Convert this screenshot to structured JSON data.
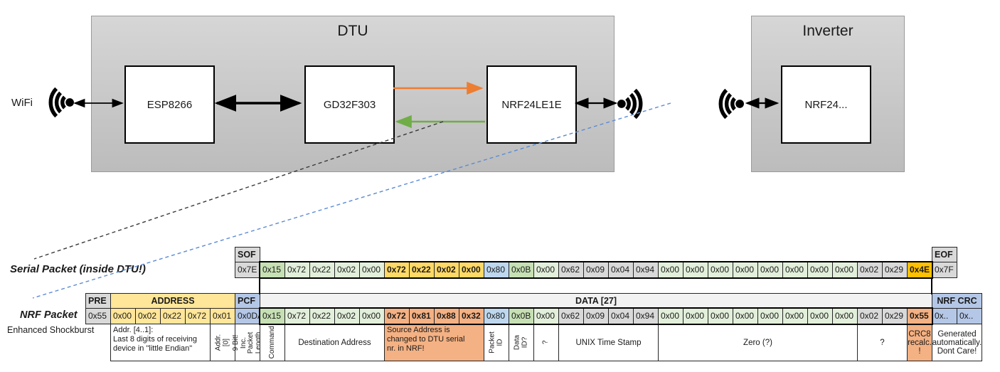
{
  "diagram": {
    "dtu_title": "DTU",
    "inverter_title": "Inverter",
    "wifi_label": "WiFi",
    "esp_label": "ESP8266",
    "gd_label": "GD32F303",
    "nrf_dtu_label": "NRF24LE1E",
    "nrf_inverter_label": "NRF24..."
  },
  "colors": {
    "orange_arrow": "#ED7D31",
    "green_arrow": "#70AD47",
    "blue_dashed": "#5B8BD5",
    "black_dashed": "#3A3A3A",
    "light_green": "#E2EFDA",
    "medium_green": "#C6E0B4",
    "gray_cell": "#D9D9D9",
    "gold_cell": "#FFD966",
    "amber_cell": "#FFC000",
    "light_blue": "#BDD7EE",
    "header_blue": "#B4C7E7",
    "salmon": "#F4B183",
    "address_yellow": "#FFE699"
  },
  "serial": {
    "label": "Serial Packet (inside DTU!)",
    "sof_header": "SOF",
    "sof_value": "0x7E",
    "eof_header": "EOF",
    "eof_value": "0x7F",
    "bytes": [
      {
        "v": "0x15",
        "c": "g2"
      },
      {
        "v": "0x72",
        "c": "g1"
      },
      {
        "v": "0x22",
        "c": "g1"
      },
      {
        "v": "0x02",
        "c": "g1"
      },
      {
        "v": "0x00",
        "c": "g1"
      },
      {
        "v": "0x72",
        "c": "gold"
      },
      {
        "v": "0x22",
        "c": "gold"
      },
      {
        "v": "0x02",
        "c": "gold"
      },
      {
        "v": "0x00",
        "c": "gold"
      },
      {
        "v": "0x80",
        "c": "blue"
      },
      {
        "v": "0x0B",
        "c": "g2"
      },
      {
        "v": "0x00",
        "c": "g1"
      },
      {
        "v": "0x62",
        "c": "gray"
      },
      {
        "v": "0x09",
        "c": "gray"
      },
      {
        "v": "0x04",
        "c": "gray"
      },
      {
        "v": "0x94",
        "c": "gray"
      },
      {
        "v": "0x00",
        "c": "g1"
      },
      {
        "v": "0x00",
        "c": "g1"
      },
      {
        "v": "0x00",
        "c": "g1"
      },
      {
        "v": "0x00",
        "c": "g1"
      },
      {
        "v": "0x00",
        "c": "g1"
      },
      {
        "v": "0x00",
        "c": "g1"
      },
      {
        "v": "0x00",
        "c": "g1"
      },
      {
        "v": "0x00",
        "c": "g1"
      },
      {
        "v": "0x02",
        "c": "gray"
      },
      {
        "v": "0x29",
        "c": "gray"
      },
      {
        "v": "0x4E",
        "c": "amber"
      }
    ]
  },
  "nrf": {
    "label": "NRF Packet",
    "sublabel": "Enhanced Shockburst",
    "pre_header": "PRE",
    "pre_value": "0x55",
    "address_header": "ADDRESS",
    "address_values": [
      "0x00",
      "0x02",
      "0x22",
      "0x72",
      "0x01"
    ],
    "pcf_header": "PCF",
    "pcf_value": "0x0DA",
    "data_header": "DATA [27]",
    "crc_header": "NRF CRC",
    "crc_values": [
      "0x..",
      "0x.."
    ],
    "bytes": [
      {
        "v": "0x15",
        "c": "g2"
      },
      {
        "v": "0x72",
        "c": "g1"
      },
      {
        "v": "0x22",
        "c": "g1"
      },
      {
        "v": "0x02",
        "c": "g1"
      },
      {
        "v": "0x00",
        "c": "g1"
      },
      {
        "v": "0x72",
        "c": "salmon"
      },
      {
        "v": "0x81",
        "c": "salmon"
      },
      {
        "v": "0x88",
        "c": "salmon"
      },
      {
        "v": "0x32",
        "c": "salmon"
      },
      {
        "v": "0x80",
        "c": "blue"
      },
      {
        "v": "0x0B",
        "c": "g2"
      },
      {
        "v": "0x00",
        "c": "g1"
      },
      {
        "v": "0x62",
        "c": "gray"
      },
      {
        "v": "0x09",
        "c": "gray"
      },
      {
        "v": "0x04",
        "c": "gray"
      },
      {
        "v": "0x94",
        "c": "gray"
      },
      {
        "v": "0x00",
        "c": "g1"
      },
      {
        "v": "0x00",
        "c": "g1"
      },
      {
        "v": "0x00",
        "c": "g1"
      },
      {
        "v": "0x00",
        "c": "g1"
      },
      {
        "v": "0x00",
        "c": "g1"
      },
      {
        "v": "0x00",
        "c": "g1"
      },
      {
        "v": "0x00",
        "c": "g1"
      },
      {
        "v": "0x00",
        "c": "g1"
      },
      {
        "v": "0x02",
        "c": "gray"
      },
      {
        "v": "0x29",
        "c": "gray"
      },
      {
        "v": "0x55",
        "c": "salmon"
      }
    ]
  },
  "annotations": [
    {
      "col": 1,
      "span": 4,
      "cls": "a-left",
      "text": "Addr. [4..1]:\nLast 8 digits of receiving\ndevice in \"little Endian\""
    },
    {
      "col": 5,
      "span": 1,
      "cls": "a-vert",
      "text": "Addr.[0]"
    },
    {
      "col": 6,
      "span": 1,
      "cls": "a-vert",
      "text": "9 Bit!\nInc. Packet\nLength"
    },
    {
      "col": 7,
      "span": 1,
      "cls": "a-vert",
      "text": "Command"
    },
    {
      "col": 8,
      "span": 4,
      "cls": "a-center",
      "text": "Destination Address"
    },
    {
      "col": 12,
      "span": 4,
      "cls": "a-left bg-salmon",
      "text": "Source Address is\nchanged to DTU serial\nnr. in NRF!"
    },
    {
      "col": 16,
      "span": 1,
      "cls": "a-vert",
      "text": "Packet ID"
    },
    {
      "col": 17,
      "span": 1,
      "cls": "a-vert",
      "text": "Data ID?"
    },
    {
      "col": 18,
      "span": 1,
      "cls": "a-vert",
      "text": "?"
    },
    {
      "col": 19,
      "span": 4,
      "cls": "a-center",
      "text": "UNIX Time Stamp"
    },
    {
      "col": 23,
      "span": 8,
      "cls": "a-center",
      "text": "Zero (?)"
    },
    {
      "col": 31,
      "span": 2,
      "cls": "a-center",
      "text": "?"
    },
    {
      "col": 33,
      "span": 1,
      "cls": "a-center bg-salmon",
      "text": "CRC8\nrecalc.\n!"
    },
    {
      "col": 34,
      "span": 2,
      "cls": "a-center",
      "text": "Generated\nautomatically.\nDont Care!"
    }
  ]
}
